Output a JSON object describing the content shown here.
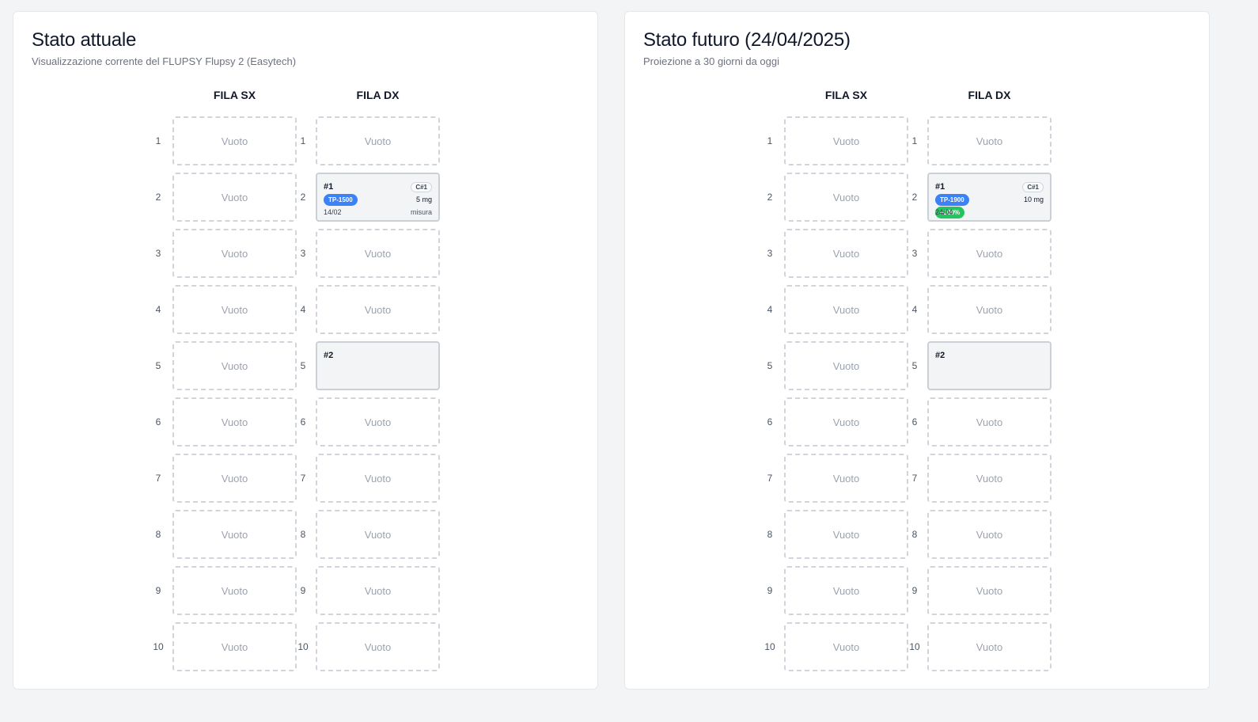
{
  "current": {
    "title": "Stato attuale",
    "subtitle": "Visualizzazione corrente del FLUPSY Flupsy 2 (Easytech)",
    "col_sx": "FILA SX",
    "col_dx": "FILA DX",
    "empty_label": "Vuoto",
    "rows": [
      "1",
      "2",
      "3",
      "4",
      "5",
      "6",
      "7",
      "8",
      "9",
      "10"
    ],
    "basket1": {
      "number": "#1",
      "cycle": "C#1",
      "size": "TP-1500",
      "weight": "5 mg",
      "date": "14/02",
      "note": "misura"
    },
    "basket2": {
      "number": "#2"
    }
  },
  "future": {
    "title": "Stato futuro (24/04/2025)",
    "subtitle": "Proiezione a 30 giorni da oggi",
    "col_sx": "FILA SX",
    "col_dx": "FILA DX",
    "empty_label": "Vuoto",
    "rows": [
      "1",
      "2",
      "3",
      "4",
      "5",
      "6",
      "7",
      "8",
      "9",
      "10"
    ],
    "basket1": {
      "number": "#1",
      "cycle": "C#1",
      "size": "TP-1900",
      "weight": "10 mg",
      "growth": "+100%",
      "date": "24/04"
    },
    "basket2": {
      "number": "#2"
    }
  },
  "colors": {
    "size_badge": "#3b82f6",
    "growth_badge": "#22c55e",
    "empty_border": "#d1d5db"
  }
}
